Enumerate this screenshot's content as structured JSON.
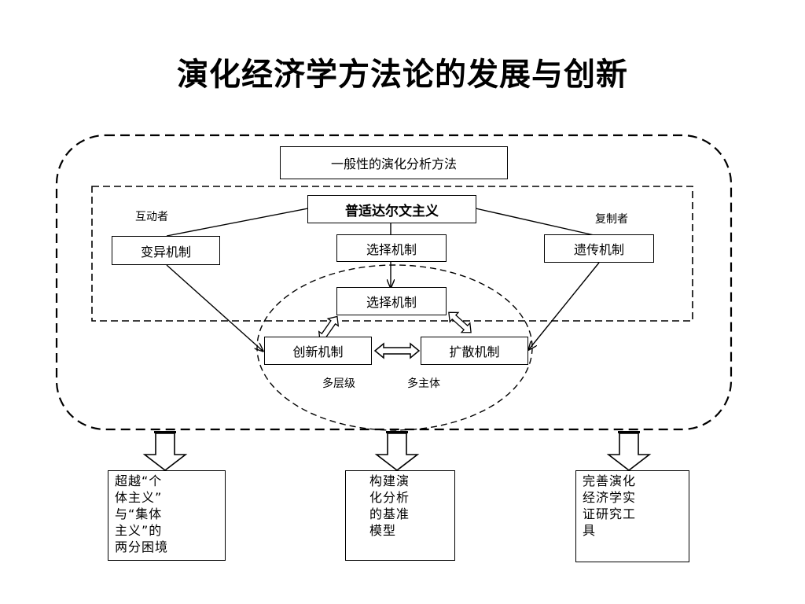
{
  "title": "演化经济学方法论的发展与创新",
  "nodes": {
    "general_method": "一般性的演化分析方法",
    "universal_darwinism": "普适达尔文主义",
    "variation": "变异机制",
    "selection_top": "选择机制",
    "heredity": "遗传机制",
    "selection_center": "选择机制",
    "innovation": "创新机制",
    "diffusion": "扩散机制"
  },
  "labels": {
    "interactor": "互动者",
    "replicator": "复制者",
    "multi_level": "多层级",
    "multi_subject": "多主体"
  },
  "outcomes": [
    "超越“个\n体主义”\n与“集体\n主义”的\n两分困境",
    "构建演\n化分析\n的基准\n模型",
    "完善演化\n经济学实\n证研究工\n具"
  ]
}
